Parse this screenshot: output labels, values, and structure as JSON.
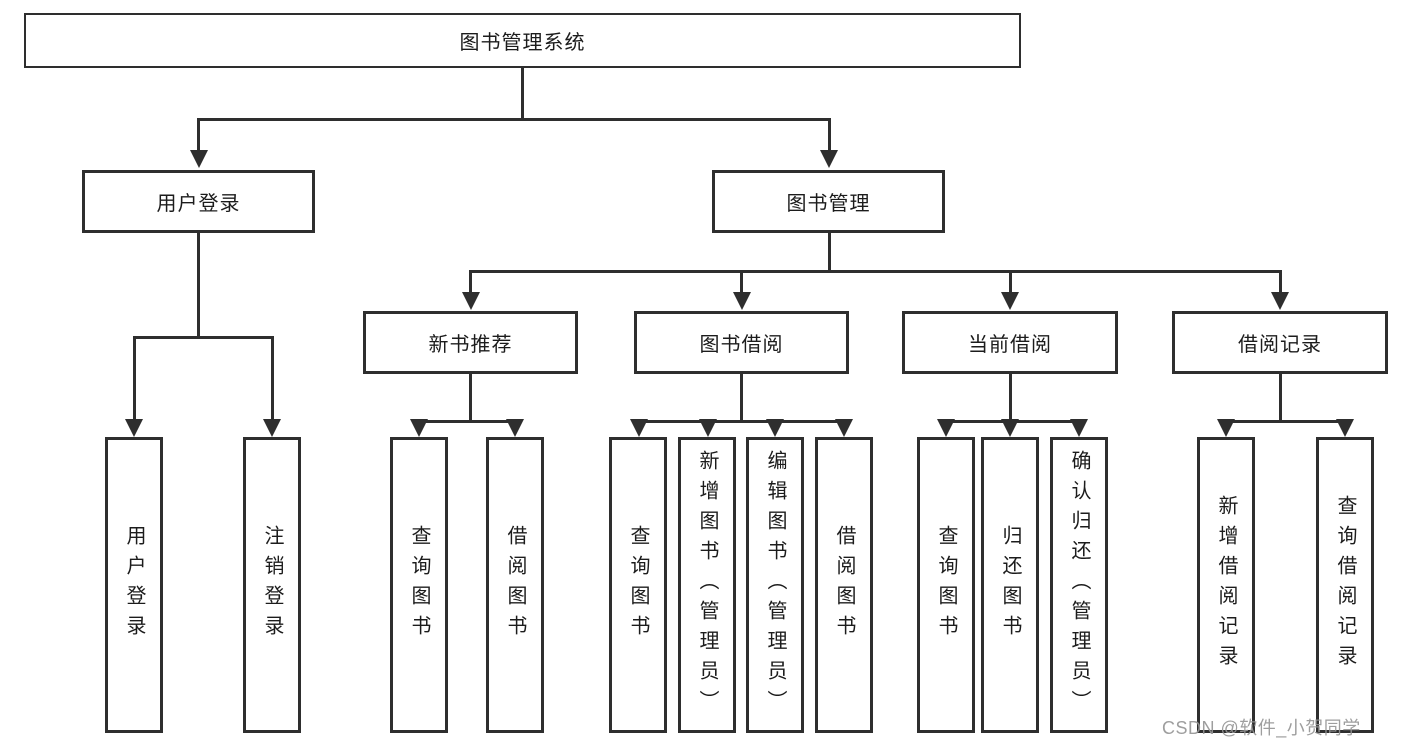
{
  "tree": {
    "root": {
      "label": "图书管理系统"
    },
    "level2": [
      {
        "label": "用户登录",
        "children": [
          "用户登录",
          "注销登录"
        ]
      },
      {
        "label": "图书管理"
      }
    ],
    "level3": [
      {
        "label": "新书推荐",
        "children": [
          "查询图书",
          "借阅图书"
        ]
      },
      {
        "label": "图书借阅",
        "children": [
          "查询图书",
          "新增图书（管理员）",
          "编辑图书（管理员）",
          "借阅图书"
        ]
      },
      {
        "label": "当前借阅",
        "children": [
          "查询图书",
          "归还图书",
          "确认归还（管理员）"
        ]
      },
      {
        "label": "借阅记录",
        "children": [
          "新增借阅记录",
          "查询借阅记录"
        ]
      }
    ]
  },
  "watermark": "CSDN @软件_小贺同学",
  "colors": {
    "background": "#ffffff",
    "box_border": "#2e2e2e",
    "line": "#2e2e2e",
    "text": "#1c1c1c",
    "watermark": "#969696"
  }
}
